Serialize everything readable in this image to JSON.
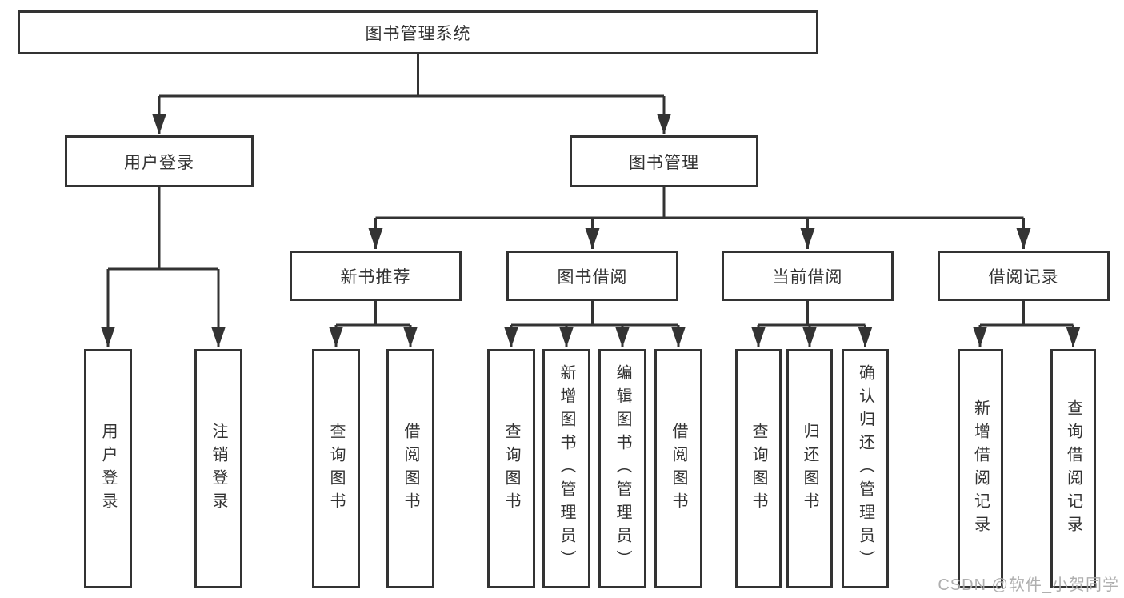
{
  "tree": {
    "label": "图书管理系统",
    "children": [
      {
        "label": "用户登录",
        "children": [
          {
            "label": "用户登录"
          },
          {
            "label": "注销登录"
          }
        ]
      },
      {
        "label": "图书管理",
        "children": [
          {
            "label": "新书推荐",
            "children": [
              {
                "label": "查询图书"
              },
              {
                "label": "借阅图书"
              }
            ]
          },
          {
            "label": "图书借阅",
            "children": [
              {
                "label": "查询图书"
              },
              {
                "label": "新增图书（管理员）"
              },
              {
                "label": "编辑图书（管理员）"
              },
              {
                "label": "借阅图书"
              }
            ]
          },
          {
            "label": "当前借阅",
            "children": [
              {
                "label": "查询图书"
              },
              {
                "label": "归还图书"
              },
              {
                "label": "确认归还（管理员）"
              }
            ]
          },
          {
            "label": "借阅记录",
            "children": [
              {
                "label": "新增借阅记录"
              },
              {
                "label": "查询借阅记录"
              }
            ]
          }
        ]
      }
    ]
  },
  "watermark": "CSDN @软件_小贺同学",
  "colors": {
    "line": "#333333",
    "text": "#333333",
    "watermark": "#ababab",
    "background": "#ffffff"
  }
}
